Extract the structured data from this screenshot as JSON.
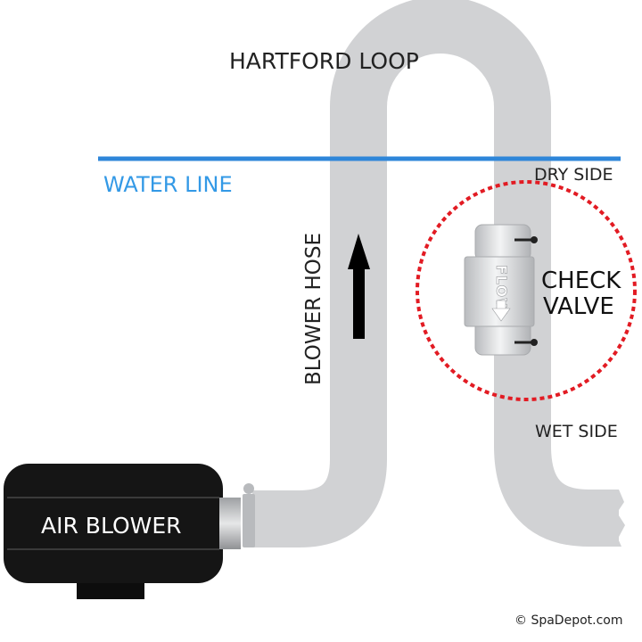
{
  "labels": {
    "hartford_loop": "HARTFORD LOOP",
    "water_line": "WATER LINE",
    "dry_side": "DRY SIDE",
    "wet_side": "WET SIDE",
    "blower_hose": "BLOWER HOSE",
    "check_valve_line1": "CHECK",
    "check_valve_line2": "VALVE",
    "flow": "FLOW",
    "air_blower": "AIR BLOWER",
    "copyright": "© SpaDepot.com"
  },
  "colors": {
    "pipe": "#d1d2d4",
    "water_line": "#2e86d9",
    "water_text": "#3399e6",
    "highlight_circle": "#e21b23",
    "blower_body": "#111111",
    "text": "#222222",
    "arrow": "#000000",
    "valve": "#e4e5e7"
  }
}
